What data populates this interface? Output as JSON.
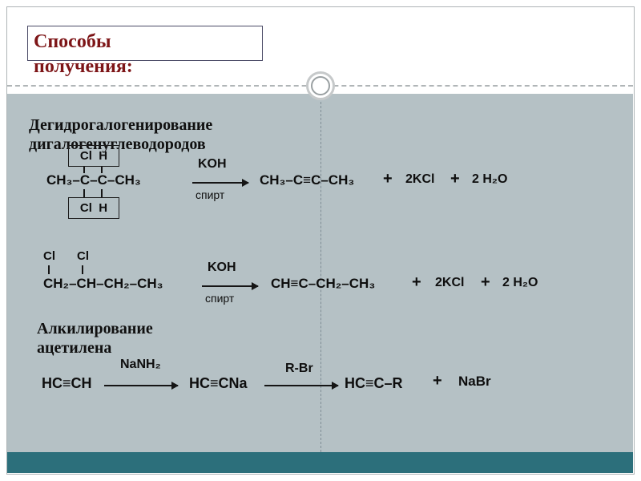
{
  "colors": {
    "title_text": "#7d1517",
    "content_background": "#b5c1c5",
    "bottom_bar": "#2c6f7b",
    "formula_text": "#0e0e0e"
  },
  "title": {
    "line1": "Способы",
    "line2": "получения:"
  },
  "section1": {
    "line1": "Дегидрогалогенирование",
    "line2": "дигалогенуглеводородов"
  },
  "reaction1": {
    "top_box": "Cl  H",
    "bottom_box": "Cl  H",
    "reactant": "CH₃–C–C–CH₃",
    "catalyst": "KOH",
    "solvent": "спирт",
    "product": "CH₃–C≡C–CH₃",
    "plus_a": "+",
    "byproduct1": "2KCl",
    "plus_b": "+",
    "byproduct2": "2 H₂O"
  },
  "reaction2": {
    "cl1": "Cl",
    "cl2": "Cl",
    "reactant": "CH₂–CH–CH₂–CH₃",
    "catalyst": "KOH",
    "solvent": "спирт",
    "product": "CH≡C–CH₂–CH₃",
    "plus_a": "+",
    "byproduct1": "2KCl",
    "plus_b": "+",
    "byproduct2": "2 H₂O"
  },
  "section2": {
    "line1": "Алкилирование",
    "line2": "ацетилена"
  },
  "reaction3": {
    "reactant": "HC≡CH",
    "reagent1": "NaNH₂",
    "intermediate": "HC≡CNa",
    "reagent2": "R-Br",
    "product": "HC≡C–R",
    "plus": "+",
    "byproduct": "NaBr"
  }
}
